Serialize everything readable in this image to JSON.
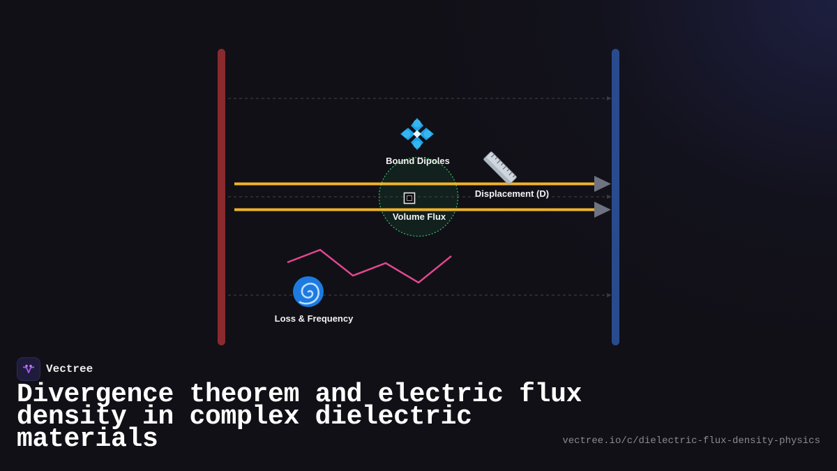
{
  "diagram": {
    "labels": {
      "bound_dipoles": "Bound Dipoles",
      "displacement": "Displacement (D)",
      "volume_flux": "Volume Flux",
      "loss_frequency": "Loss & Frequency"
    },
    "icons": {
      "bound_dipoles": "diamond-cluster-icon",
      "displacement": "ruler-icon",
      "volume_flux": "square-icon",
      "loss_frequency": "spiral-icon"
    },
    "colors": {
      "left_plate": "#8a2a2e",
      "right_plate": "#2a4a8e",
      "flux_lines": "#f0b429",
      "arrowheads": "#6e7382",
      "gauss_surface": "#2ebd62",
      "loss_wave": "#e0488f",
      "guide_lines": "#3a3a44"
    }
  },
  "footer": {
    "brand_name": "Vectree",
    "title": "Divergence theorem and electric flux density in complex dielectric materials",
    "url": "vectree.io/c/dielectric-flux-density-physics"
  }
}
